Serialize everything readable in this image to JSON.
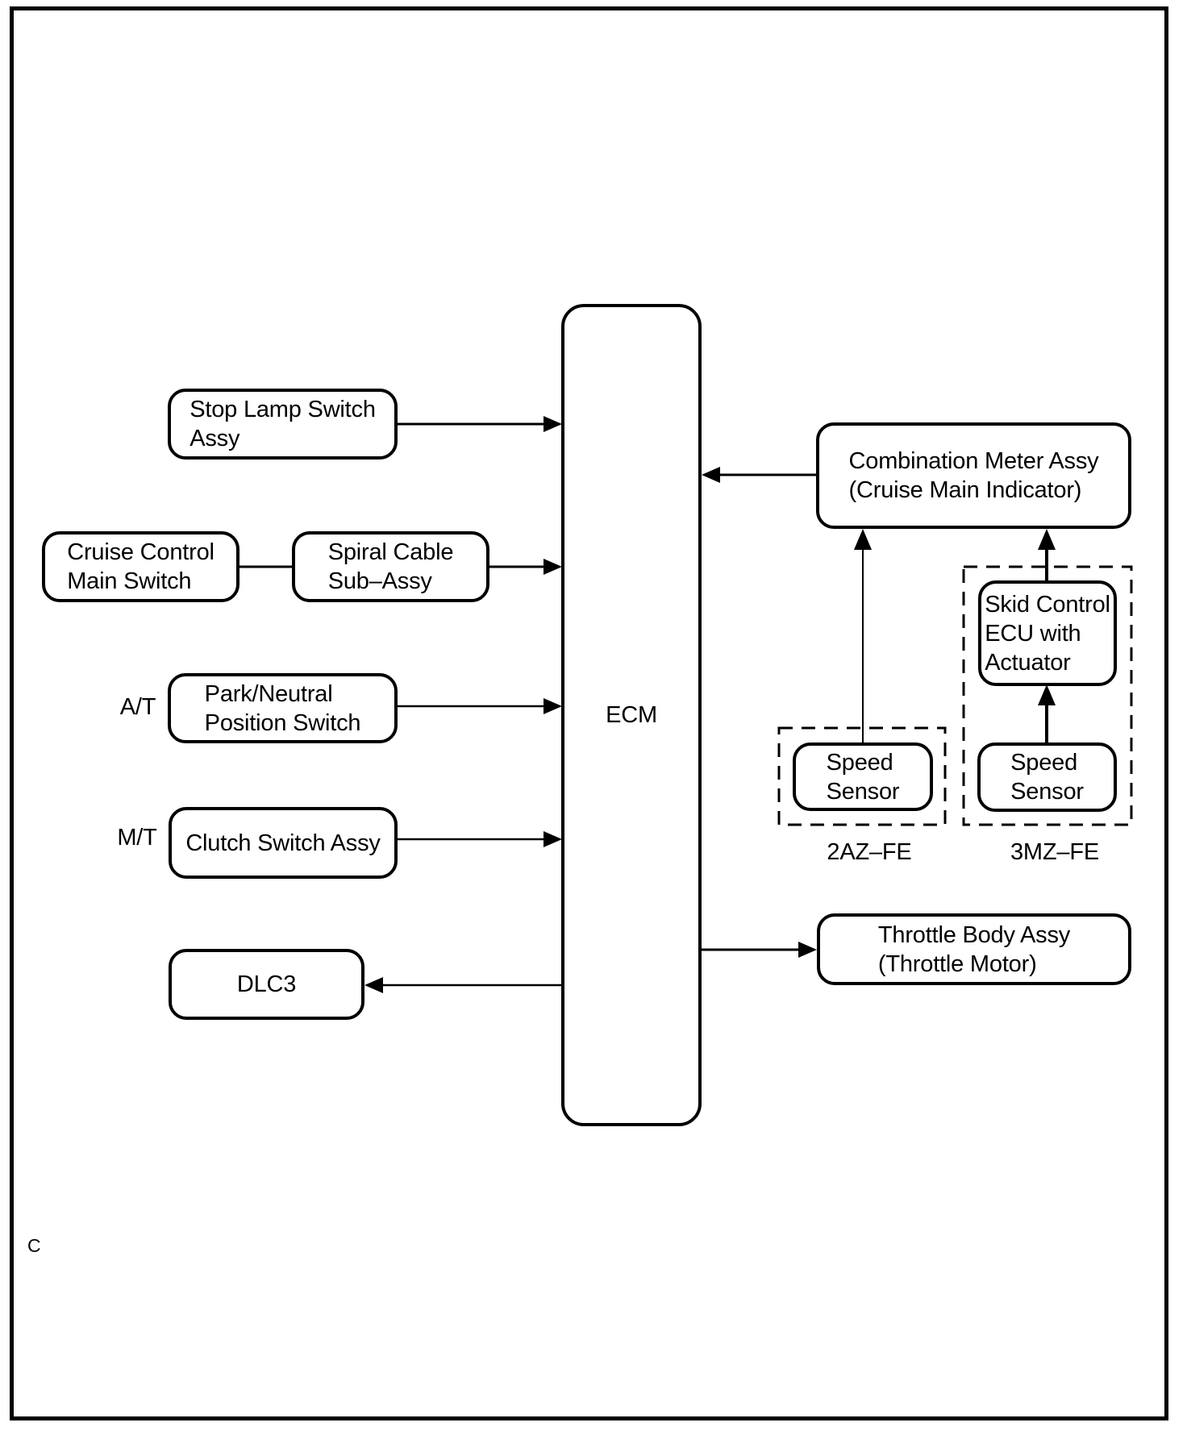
{
  "footer": {
    "page_mark": "C"
  },
  "colors": {
    "line": "#000000",
    "background": "#ffffff",
    "text": "#000000"
  },
  "boxes": {
    "ecm": {
      "lines": [
        "ECM"
      ]
    },
    "stop_lamp_switch": {
      "lines": [
        "Stop Lamp Switch",
        "Assy"
      ]
    },
    "cruise_control_main_switch": {
      "lines": [
        "Cruise Control",
        "Main Switch"
      ]
    },
    "spiral_cable_sub_assy": {
      "lines": [
        "Spiral Cable",
        "Sub–Assy"
      ]
    },
    "park_neutral_position_switch": {
      "lines": [
        "Park/Neutral",
        "Position Switch"
      ]
    },
    "clutch_switch_assy": {
      "lines": [
        "Clutch Switch Assy"
      ]
    },
    "dlc3": {
      "lines": [
        "DLC3"
      ]
    },
    "combination_meter_assy": {
      "lines": [
        "Combination Meter Assy",
        "(Cruise Main Indicator)"
      ]
    },
    "skid_control_ecu": {
      "lines": [
        "Skid Control",
        "ECU with",
        "Actuator"
      ]
    },
    "speed_sensor_2az": {
      "lines": [
        "Speed",
        "Sensor"
      ]
    },
    "speed_sensor_3mz": {
      "lines": [
        "Speed",
        "Sensor"
      ]
    },
    "throttle_body_assy": {
      "lines": [
        "Throttle Body Assy",
        "(Throttle Motor)"
      ]
    }
  },
  "side_labels": {
    "at": "A/T",
    "mt": "M/T"
  },
  "engine_labels": {
    "left": "2AZ–FE",
    "right": "3MZ–FE"
  },
  "connections": [
    {
      "from": "stop_lamp_switch",
      "to": "ecm",
      "arrowhead": "at-ecm"
    },
    {
      "from": "cruise_control_main_switch",
      "to": "spiral_cable_sub_assy",
      "arrowhead": "none"
    },
    {
      "from": "spiral_cable_sub_assy",
      "to": "ecm",
      "arrowhead": "at-ecm"
    },
    {
      "from": "park_neutral_position_switch",
      "to": "ecm",
      "arrowhead": "at-ecm"
    },
    {
      "from": "clutch_switch_assy",
      "to": "ecm",
      "arrowhead": "at-ecm"
    },
    {
      "from": "ecm",
      "to": "dlc3",
      "arrowhead": "at-dlc3"
    },
    {
      "from": "combination_meter_assy",
      "to": "ecm",
      "arrowhead": "at-ecm"
    },
    {
      "from": "ecm",
      "to": "throttle_body_assy",
      "arrowhead": "at-throttle-body"
    },
    {
      "from": "speed_sensor_2az",
      "to": "combination_meter_assy",
      "arrowhead": "at-combination-meter"
    },
    {
      "from": "speed_sensor_3mz",
      "to": "skid_control_ecu",
      "arrowhead": "at-skid-control"
    },
    {
      "from": "skid_control_ecu",
      "to": "combination_meter_assy",
      "arrowhead": "at-combination-meter"
    }
  ]
}
